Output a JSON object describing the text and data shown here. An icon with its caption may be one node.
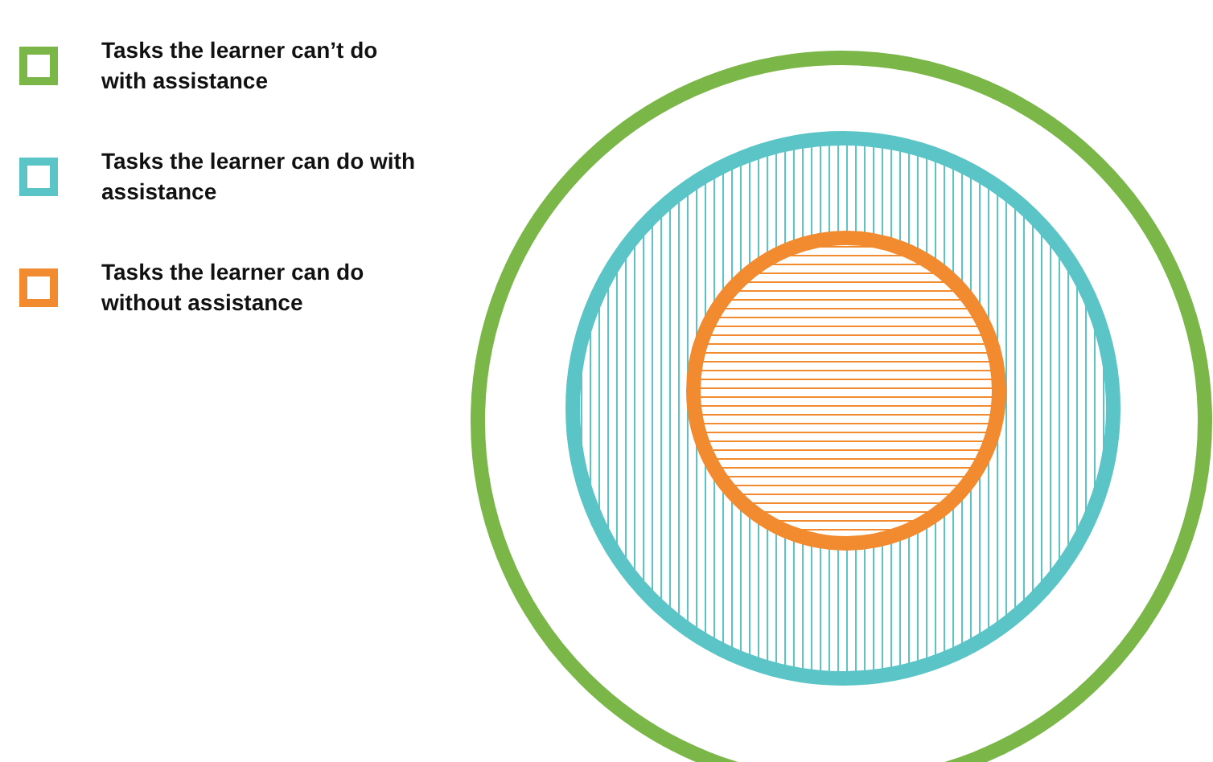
{
  "diagram": {
    "legend": [
      {
        "text": "Tasks the learner can’t do with assistance",
        "color": "#7ab648"
      },
      {
        "text": "Tasks the learner can do with assistance",
        "color": "#5bc4c6"
      },
      {
        "text": "Tasks the learner can do without assistance",
        "color": "#f28a30"
      }
    ]
  }
}
